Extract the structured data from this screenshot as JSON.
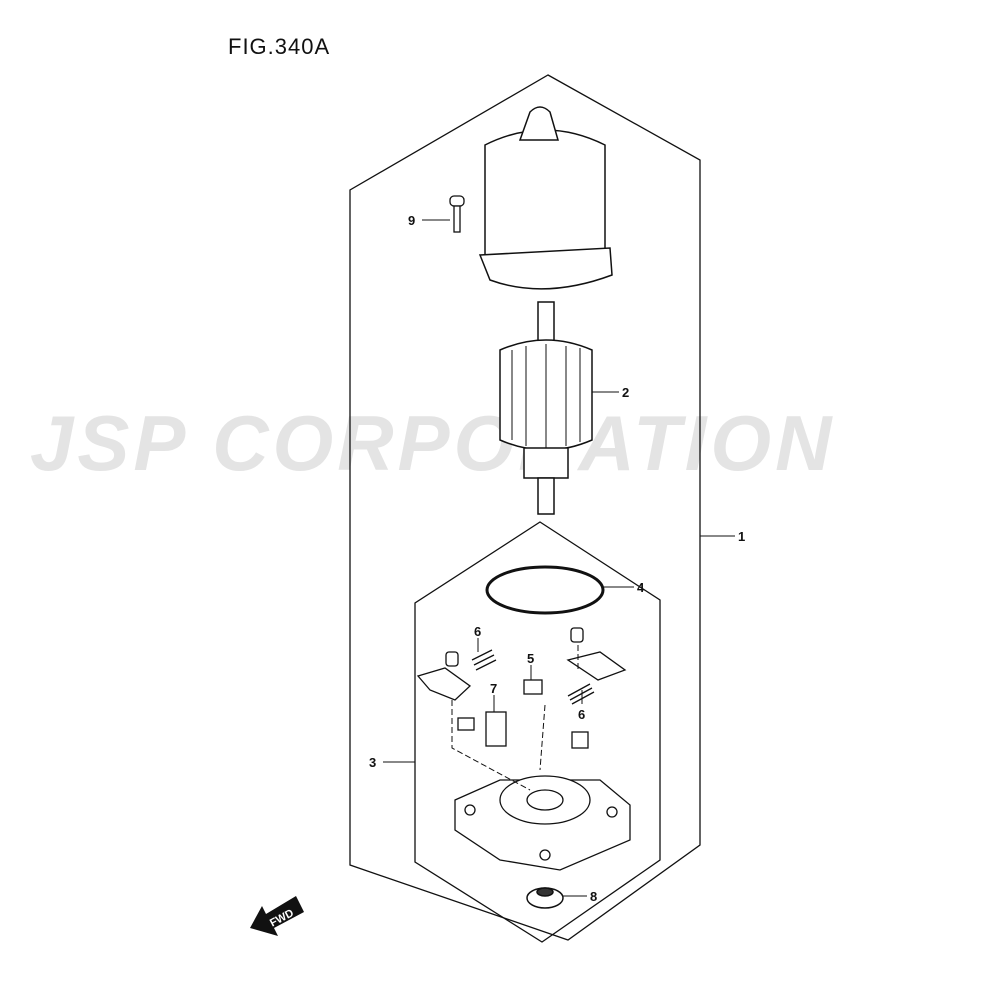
{
  "title": "FIG.340A",
  "watermark": "JSP CORPORATION",
  "fwd_label": "FWD",
  "callouts": {
    "c1": "1",
    "c2": "2",
    "c3": "3",
    "c4": "4",
    "c5": "5",
    "c6a": "6",
    "c6b": "6",
    "c7": "7",
    "c8": "8",
    "c9": "9"
  }
}
